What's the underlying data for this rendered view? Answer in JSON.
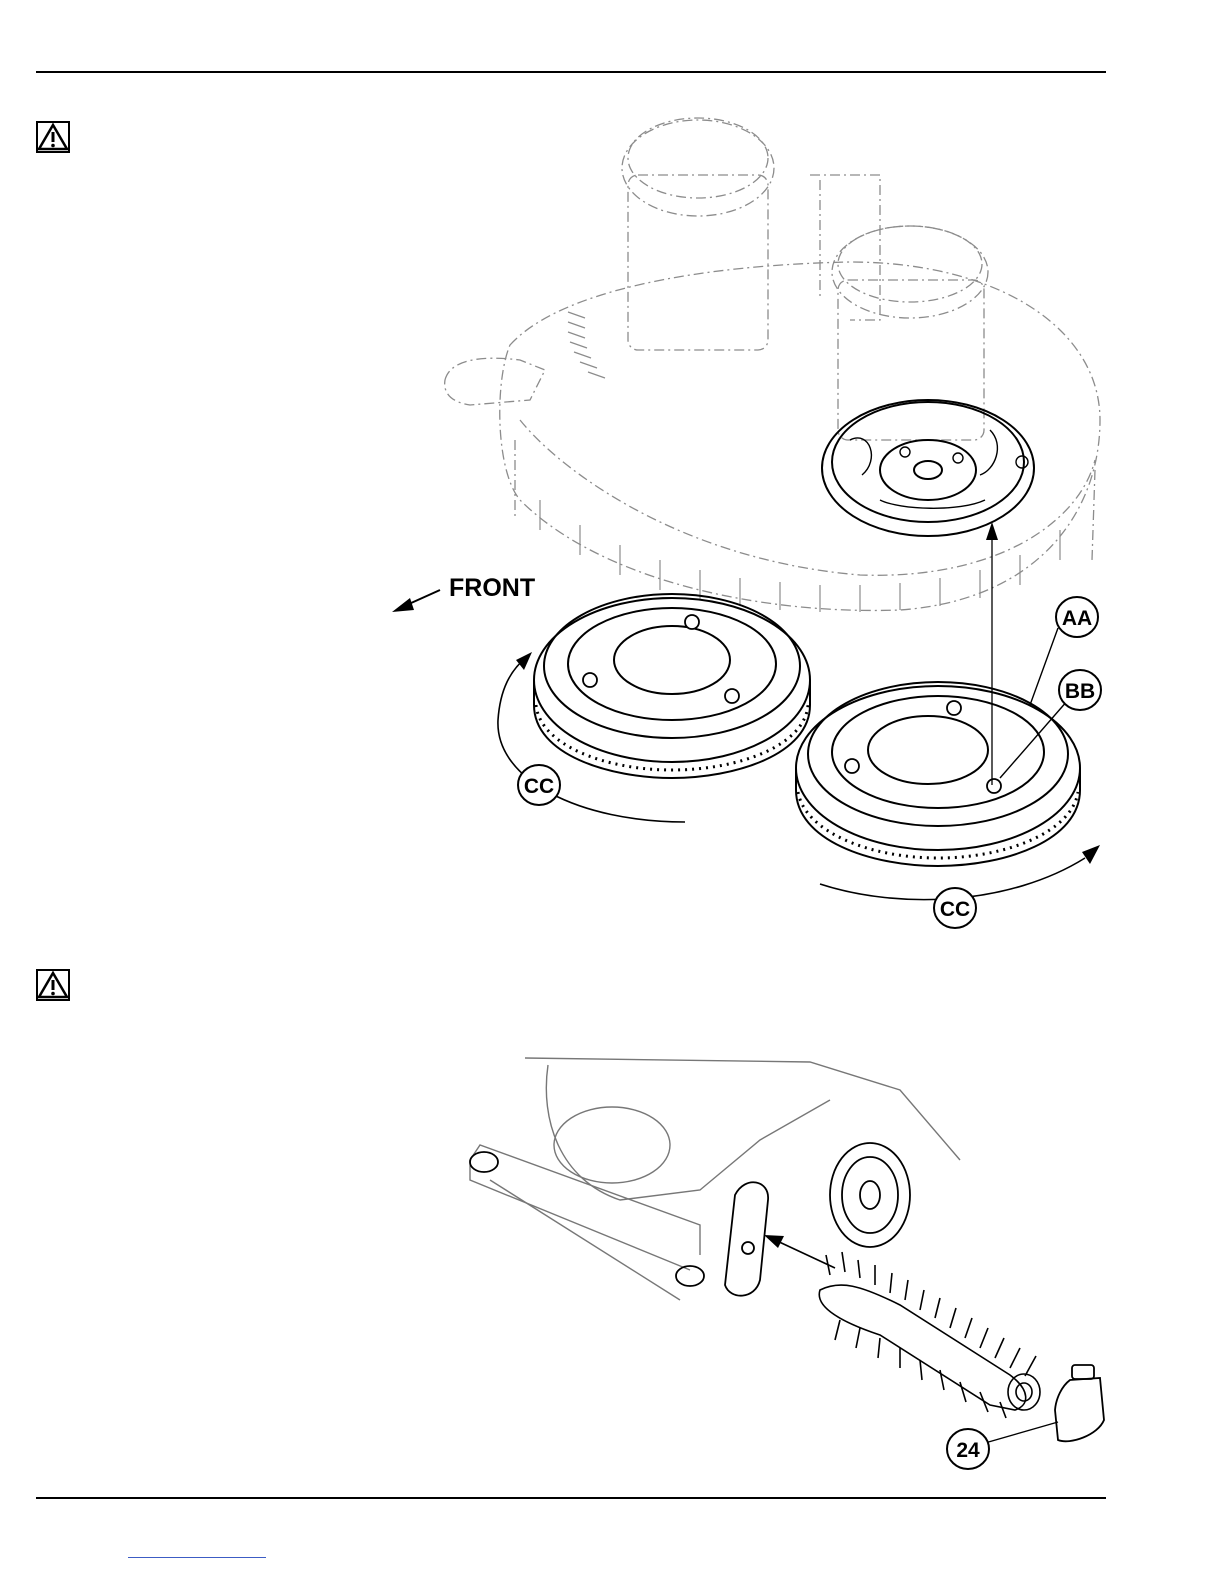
{
  "page": {
    "warning_icons": [
      "warning-triangle-icon",
      "warning-triangle-icon"
    ]
  },
  "figure_top": {
    "front_label": "FRONT",
    "callouts": {
      "aa": "AA",
      "bb": "BB",
      "cc_left": "CC",
      "cc_right": "CC"
    }
  },
  "figure_bottom": {
    "callout_part": "24"
  },
  "colors": {
    "line": "#000000",
    "ghost": "#9a9a9a",
    "link": "#3c5cc4"
  }
}
